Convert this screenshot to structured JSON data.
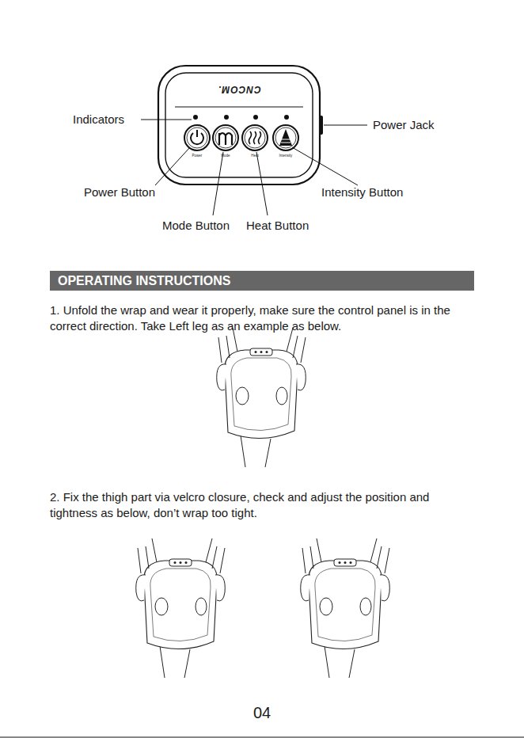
{
  "diagram": {
    "nodes": [
      {
        "text": [
          "OPERATING INSTRUCTIONS"
        ]
      }
    ],
    "labels": [
      "Indicators",
      "Power Jack",
      "CNCOM.",
      "Power",
      "Mode",
      "Heat",
      "Intensity",
      "Power Button",
      "Intensity Button",
      "Mode Button",
      "Heat Button",
      "1. Unfold the wrap and wear it properly, make sure the control panel is in the correct direction. Take Left leg as an example as below.",
      "2. Fix the thigh part via velcro closure, check and adjust the position and tightness as below, don’t wrap too tight.",
      "04"
    ]
  }
}
